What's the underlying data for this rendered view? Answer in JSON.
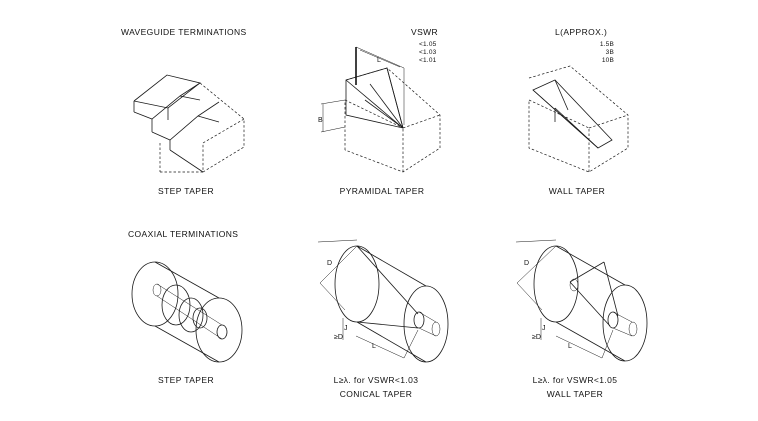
{
  "sections": {
    "waveguide_title": "WAVEGUIDE TERMINATIONS",
    "coaxial_title": "COAXIAL TERMINATIONS"
  },
  "columns": {
    "vswr_header": "VSWR",
    "vswr_values": [
      "<1.05",
      "<1.03",
      "<1.01"
    ],
    "length_header": "L(APPROX.)",
    "length_values": [
      "1.5B",
      "3B",
      "10B"
    ]
  },
  "waveguide": {
    "step_label": "STEP TAPER",
    "pyramidal_label": "PYRAMIDAL TAPER",
    "wall_label": "WALL TAPER",
    "dim_L": "L",
    "dim_B": "B"
  },
  "coaxial": {
    "step_label": "STEP TAPER",
    "conical_condition": "L≥λ. for VSWR<1.03",
    "conical_label": "CONICAL TAPER",
    "wall_condition": "L≥λ. for VSWR<1.05",
    "wall_label": "WALL TAPER",
    "dim_D": "D",
    "dim_J": "J",
    "dim_geD": "≥D",
    "dim_L": "L"
  }
}
